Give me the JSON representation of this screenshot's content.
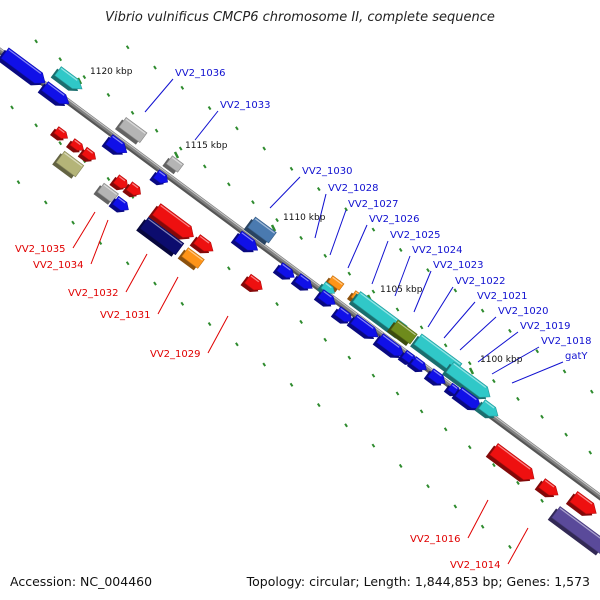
{
  "title": "Vibrio vulnificus CMCP6 chromosome II, complete sequence",
  "footer": {
    "accession": "Accession: NC_004460",
    "topology": "Topology: circular; Length: 1,844,853 bp; Genes: 1,573"
  },
  "colors": {
    "backbone": "#808080",
    "ticks": "#2e8b2e",
    "forward_label": "#1010d0",
    "reverse_label": "#e00000",
    "blue": "#1010e8",
    "cyan": "#30c8c8",
    "red": "#ee1010",
    "grey": "#b4b4b4",
    "olive": "#b4b478",
    "navy": "#0c0c6e",
    "orange": "#ff9418",
    "steel": "#4a7ab0",
    "darkolive": "#6e8b1c",
    "slate": "#5a4a9a"
  },
  "kbp_labels": [
    "1120 kbp",
    "1115 kbp",
    "1110 kbp",
    "1105 kbp",
    "1100 kbp"
  ],
  "forward_labels": [
    "VV2_1036",
    "VV2_1033",
    "VV2_1030",
    "VV2_1028",
    "VV2_1027",
    "VV2_1026",
    "VV2_1025",
    "VV2_1024",
    "VV2_1023",
    "VV2_1022",
    "VV2_1021",
    "VV2_1020",
    "VV2_1019",
    "VV2_1018",
    "gatY"
  ],
  "reverse_labels": [
    "VV2_1035",
    "VV2_1034",
    "VV2_1032",
    "VV2_1031",
    "VV2_1029",
    "VV2_1016",
    "VV2_1014"
  ]
}
